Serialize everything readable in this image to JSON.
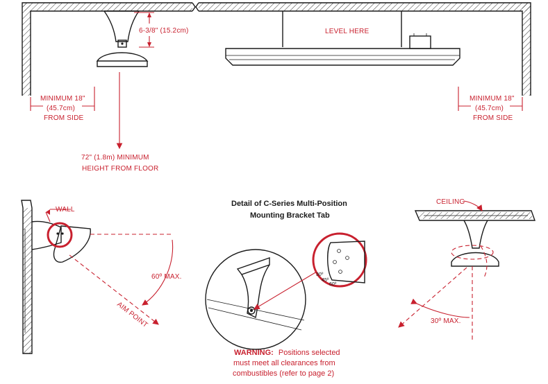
{
  "top_view": {
    "level_here": "LEVEL HERE",
    "bracket_height": "6-3/8\" (15.2cm)",
    "min_side_left": [
      "MINIMUM 18\"",
      "(45.7cm)",
      "FROM SIDE"
    ],
    "min_side_right": [
      "MINIMUM 18\"",
      "(45.7cm)",
      "FROM SIDE"
    ],
    "min_height": [
      "72\" (1.8m) MINIMUM",
      "HEIGHT FROM FLOOR"
    ]
  },
  "wall_view": {
    "wall_label": "WALL",
    "max_angle": "60º MAX.",
    "aim_point": "AIM POINT"
  },
  "detail_view": {
    "title": [
      "Detail of C-Series Multi-Position",
      "Mounting Bracket Tab"
    ],
    "angles": [
      "30º",
      "45º",
      "60º"
    ]
  },
  "ceiling_view": {
    "ceiling_label": "CEILING",
    "max_angle": "30º MAX."
  },
  "warning": {
    "prefix": "WARNING:",
    "line1": "Positions selected",
    "line2": "must meet all clearances from",
    "line3": "combustibles (refer to page 2)"
  },
  "colors": {
    "accent": "#c8202e",
    "ink": "#1a1a1a"
  }
}
